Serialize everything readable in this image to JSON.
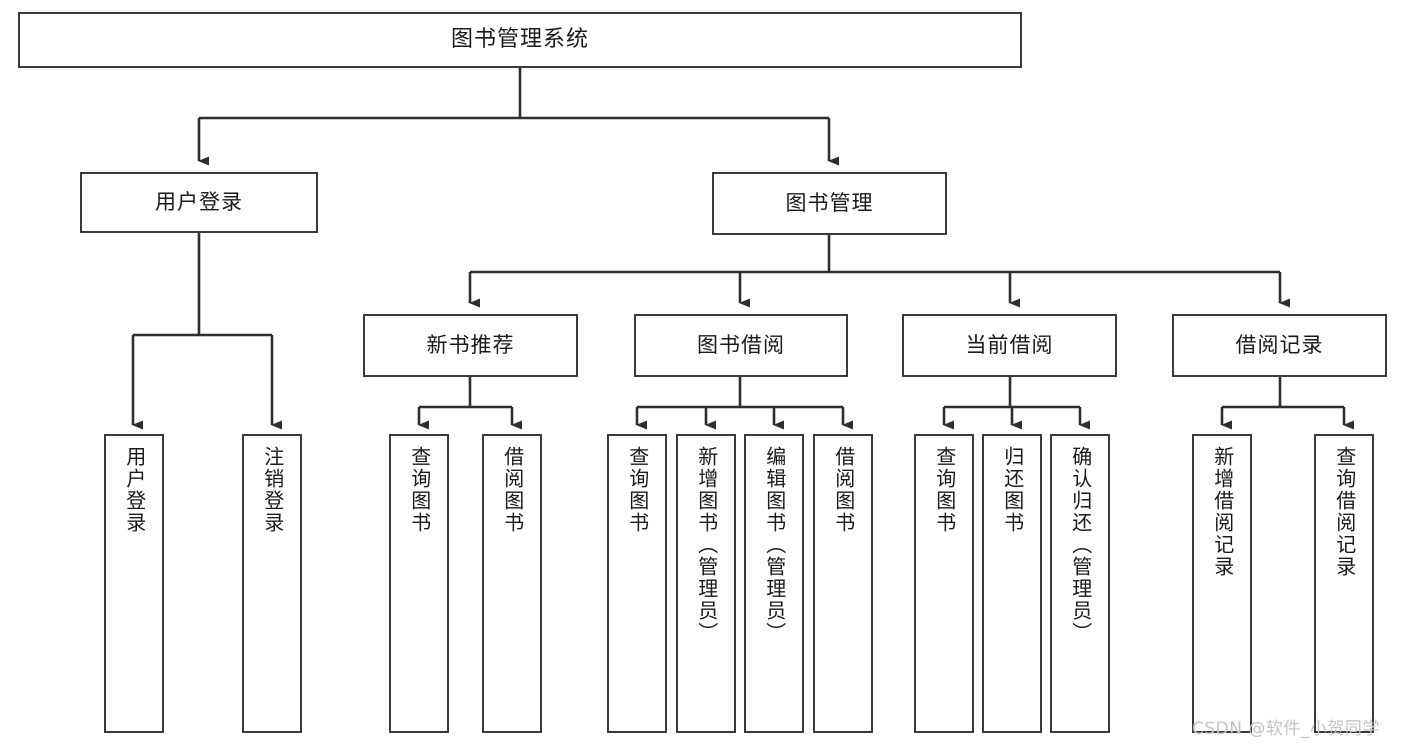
{
  "diagram": {
    "title": "图书管理系统",
    "type": "tree-hierarchy",
    "watermark": "CSDN @软件_小贺同学",
    "colors": {
      "background": "#ffffff",
      "box_border": "#3a3a3a",
      "box_fill": "#ffffff",
      "connector": "#2e2e2e",
      "text": "#1a1a1a",
      "watermark": "#c3c3c3"
    },
    "nodes": {
      "root": {
        "label": "图书管理系统"
      },
      "level1": [
        {
          "label": "用户登录"
        },
        {
          "label": "图书管理"
        }
      ],
      "level2": [
        {
          "label": "新书推荐"
        },
        {
          "label": "图书借阅"
        },
        {
          "label": "当前借阅"
        },
        {
          "label": "借阅记录"
        }
      ],
      "leaves_user_login": [
        {
          "label": "用户登录"
        },
        {
          "label": "注销登录"
        }
      ],
      "leaves_new_book": [
        {
          "label": "查询图书"
        },
        {
          "label": "借阅图书"
        }
      ],
      "leaves_borrow": [
        {
          "label": "查询图书"
        },
        {
          "label": "新增图书（管理员）"
        },
        {
          "label": "编辑图书（管理员）"
        },
        {
          "label": "借阅图书"
        }
      ],
      "leaves_current": [
        {
          "label": "查询图书"
        },
        {
          "label": "归还图书"
        },
        {
          "label": "确认归还（管理员）"
        }
      ],
      "leaves_records": [
        {
          "label": "新增借阅记录"
        },
        {
          "label": "查询借阅记录"
        }
      ]
    }
  }
}
